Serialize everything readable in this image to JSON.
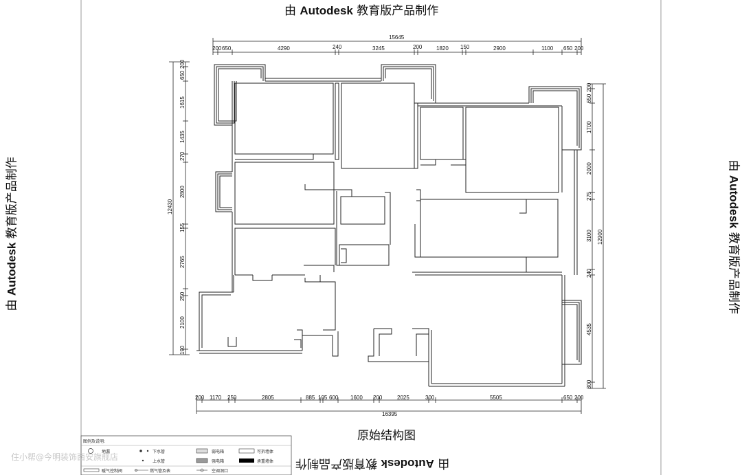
{
  "watermark_stamp": {
    "prefix": "由 ",
    "brand": "Autodesk",
    "suffix": " 教育版产品制作"
  },
  "plan_title": "原始结构图",
  "overlay_watermark": "住小帮@今明装饰西安旗舰店",
  "dimensions": {
    "top_total": "15645",
    "top_segments": [
      "200",
      "650",
      "4290",
      "240",
      "3245",
      "200",
      "1820",
      "150",
      "2900",
      "1100",
      "650",
      "200"
    ],
    "bottom_total": "16395",
    "bottom_segments": [
      "200",
      "1170",
      "250",
      "2805",
      "885",
      "105",
      "600",
      "1600",
      "200",
      "2025",
      "300",
      "5505",
      "650",
      "200"
    ],
    "left_total": "12430",
    "left_segments": [
      "200",
      "650",
      "1615",
      "1435",
      "270",
      "2800",
      "155",
      "2765",
      "250",
      "2100",
      "190"
    ],
    "right_total": "12900",
    "right_segments": [
      "200",
      "650",
      "1700",
      "2000",
      "275",
      "3100",
      "240",
      "4535",
      "300"
    ]
  },
  "legend": {
    "title": "图例及说明:",
    "items": [
      "地漏",
      "下水管",
      "弱电箱",
      "可拆墙体",
      "上水管",
      "强电箱",
      "承重墙体",
      "暖气控制阀",
      "燃气管及表",
      "空调洞口"
    ]
  },
  "colors": {
    "wall": "#000000",
    "line": "#222222",
    "frame": "#9a9a9a"
  }
}
